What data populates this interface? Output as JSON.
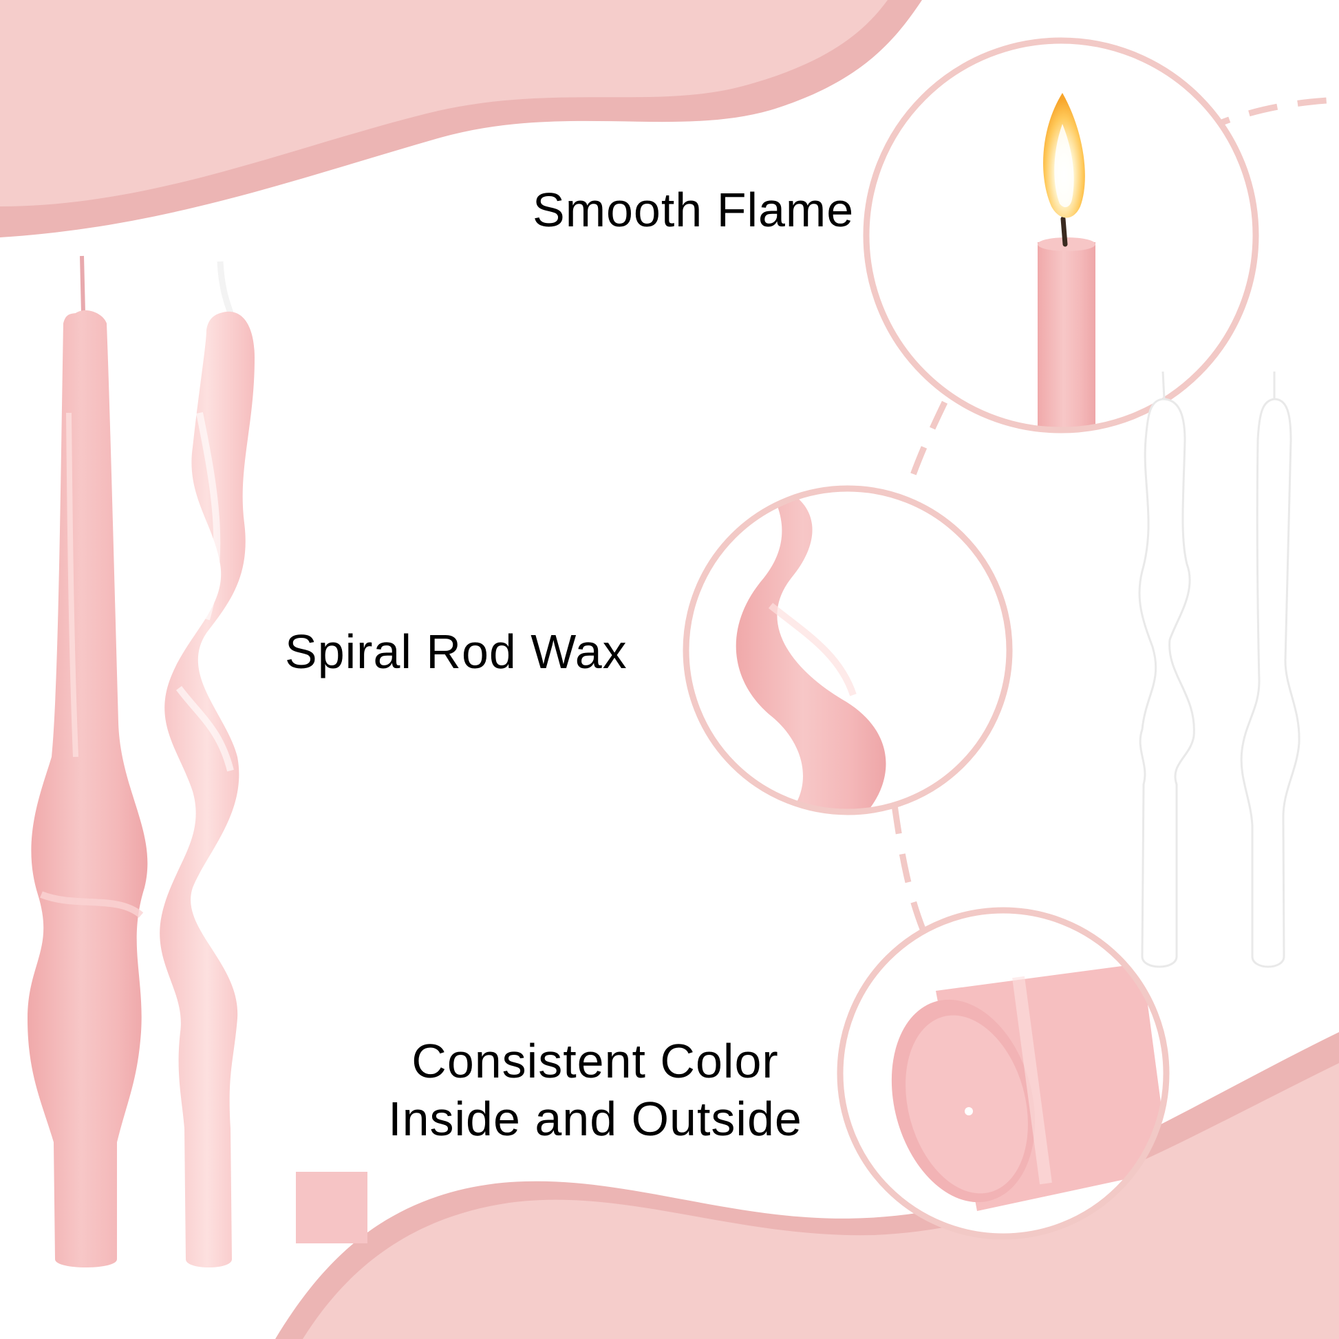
{
  "labels": {
    "flame": "Smooth Flame",
    "spiral": "Spiral Rod Wax",
    "color_line1": "Consistent Color",
    "color_line2": "Inside and Outside"
  },
  "colors": {
    "candle_pink": "#f4bcbd",
    "wave_light": "#f5cdcb",
    "wave_dark": "#ecb5b4",
    "circle_border": "#f2c9c6",
    "dash": "#f2c9c6",
    "swatch": "#f6c4c5",
    "text": "#000000"
  },
  "icons": {
    "flame": "candle-flame-icon",
    "swatch": "color-swatch-icon"
  }
}
